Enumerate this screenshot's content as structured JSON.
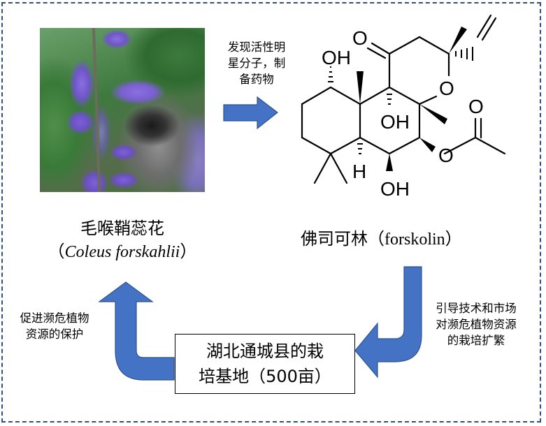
{
  "diagram": {
    "plant": {
      "image_alt": "flowering plant photo",
      "name_cn": "毛喉鞘蕊花",
      "name_latin_open": "（",
      "name_latin": "Coleus forskahlii",
      "name_latin_close": "）"
    },
    "top_arrow_label": {
      "line1": "发现活性明",
      "line2": "星分子，制",
      "line3": "备药物"
    },
    "compound": {
      "name_cn": "佛司可林",
      "name_en_open": "（",
      "name_en": "forskolin",
      "name_en_close": "）",
      "atoms": {
        "oh_top": "OH",
        "o_ketone": "O",
        "o_ring": "O",
        "oh_middle": "OH",
        "o_ester": "O",
        "o_carbonyl": "O",
        "h_bottom": "H",
        "oh_bottom": "OH"
      }
    },
    "right_arrow_label": {
      "line1": "引导技术和市场",
      "line2": "对濒危植物资源",
      "line3": "的栽培扩繁"
    },
    "center_box": {
      "line1": "湖北通城县的栽",
      "line2": "培基地（500亩）"
    },
    "left_arrow_label": {
      "line1": "促进濒危植物",
      "line2": "资源的保护"
    },
    "colors": {
      "arrow_fill": "#4472c4",
      "arrow_stroke": "#2f528f",
      "frame_border": "#2f4f7f"
    }
  }
}
